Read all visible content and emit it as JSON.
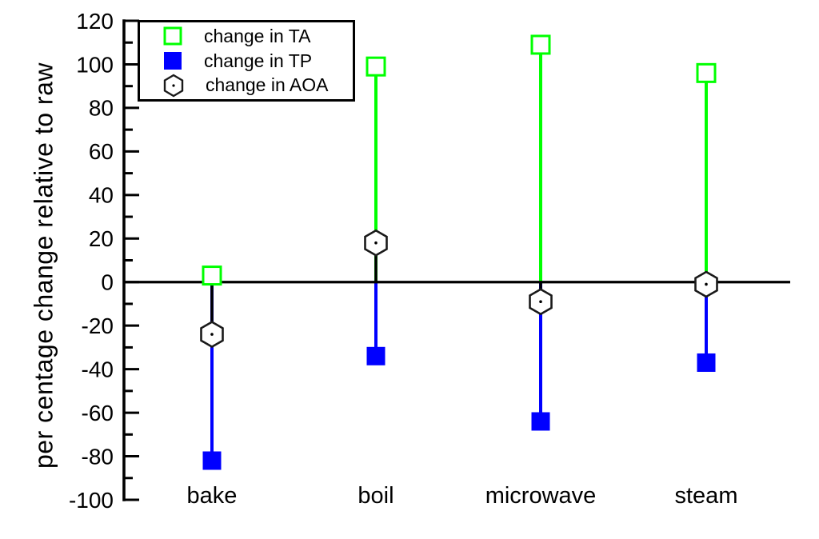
{
  "chart_data": {
    "type": "scatter",
    "subtype": "drop-lines-to-zero",
    "title": "",
    "xlabel": "",
    "ylabel": "per centage change relative to raw",
    "categories": [
      "bake",
      "boil",
      "microwave",
      "steam"
    ],
    "series": [
      {
        "name": "change in TA",
        "marker": "open-square",
        "color": "#00ff00",
        "values": [
          3,
          99,
          109,
          96
        ]
      },
      {
        "name": "change in TP",
        "marker": "filled-square",
        "color": "#0000ff",
        "values": [
          -82,
          -34,
          -64,
          -37
        ]
      },
      {
        "name": "change in AOA",
        "marker": "open-hexagon-dot",
        "color": "#000000",
        "values": [
          -24,
          18,
          -9,
          -1
        ]
      }
    ],
    "ylim": [
      -100,
      120
    ],
    "yticks": [
      -100,
      -80,
      -60,
      -40,
      -20,
      0,
      20,
      40,
      60,
      80,
      100,
      120
    ],
    "yminor_step": 10,
    "baseline": 0,
    "grid": false,
    "legend_position": "top-left",
    "axis_color": "#000000",
    "background_color": "#ffffff"
  }
}
